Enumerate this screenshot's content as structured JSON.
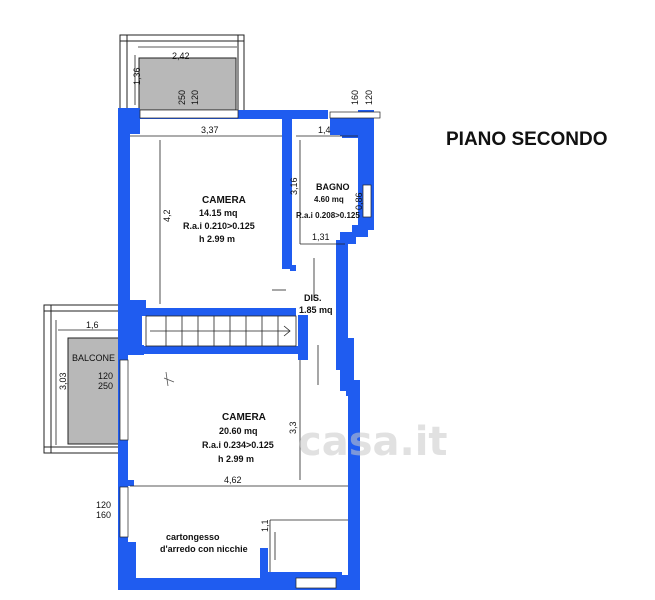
{
  "title": "PIANO SECONDO",
  "rooms": {
    "camera_top": {
      "name": "CAMERA",
      "area": "14.15 mq",
      "rai": "R.a.i 0.210>0.125",
      "height": "h 2.99 m"
    },
    "bagno": {
      "name": "BAGNO",
      "area": "4.60 mq",
      "rai": "R.a.i 0.208>0.125"
    },
    "dis": {
      "name": "DIS.",
      "area": "1.85 mq"
    },
    "camera_bottom": {
      "name": "CAMERA",
      "area": "20.60 mq",
      "rai": "R.a.i 0.234>0.125",
      "height": "h 2.99 m"
    },
    "balcone": {
      "name": "BALCONE"
    },
    "cartongesso": {
      "line1": "cartongesso",
      "line2": "d'arredo con nicchie"
    }
  },
  "dimensions": {
    "terrace_width": "2,42",
    "terrace_depth": "1,36",
    "terrace_window_a": "250",
    "terrace_window_b": "120",
    "right_window_a": "160",
    "right_window_b": "120",
    "camera_top_width": "3,37",
    "camera_top_depth": "4,2",
    "bagno_width": "1,4",
    "bagno_depth": "3,16",
    "bagno_window": "0,86",
    "bagno_bottom": "1,31",
    "balcone_width": "1,6",
    "balcone_depth": "3,03",
    "balcone_window_a": "120",
    "balcone_window_b": "250",
    "camera_bottom_width": "4,62",
    "camera_bottom_depth": "3,3",
    "left_window_a": "120",
    "left_window_b": "160",
    "niche_depth": "1,1"
  },
  "colors": {
    "wall": "#1f5cf0",
    "balcony": "#b8b8b8",
    "line": "#222222"
  },
  "watermark": "casa.it"
}
